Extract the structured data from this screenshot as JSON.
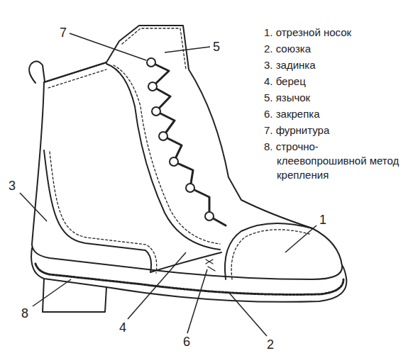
{
  "diagram": {
    "labels": [
      "7",
      "5",
      "1. отрезной носок",
      "2. союзка",
      "3. задинка",
      "4. берец",
      "5. язычок",
      "6. закрепка",
      "7. фурнитура",
      "8. строчно-клеевопрошивной метод крепления",
      "3",
      "1",
      "8",
      "4",
      "6",
      "2"
    ]
  }
}
